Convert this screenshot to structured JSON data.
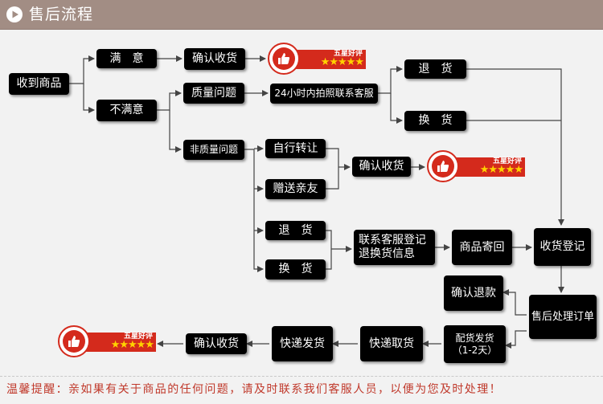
{
  "header": {
    "title": "售后流程",
    "icon": "play-circle-icon"
  },
  "nodes": {
    "receive": "收到商品",
    "satisfied": "满　意",
    "unsatisfied": "不满意",
    "confirm_top": "确认收货",
    "quality_issue": "质量问题",
    "non_quality_issue": "非质量问题",
    "contact_24h": "24小时内拍照联系客服",
    "return_top": "退　货",
    "exchange_top": "换　货",
    "self_transfer": "自行转让",
    "gift_friends": "赠送亲友",
    "confirm_mid": "确认收货",
    "return_mid": "退　货",
    "exchange_mid": "换　货",
    "contact_register": "联系客服登记\n退换货信息",
    "send_back": "商品寄回",
    "receive_register": "收货登记",
    "confirm_refund": "确认退款",
    "process_order": "售后处理订单",
    "ship_goods": "配货发货\n（1-2天）",
    "courier_pickup": "快递取货",
    "courier_ship": "快递发货",
    "confirm_bottom": "确认收货"
  },
  "badge": {
    "text": "五星好评",
    "stars": "★★★★★",
    "icon": "thumbs-up-icon"
  },
  "footer": {
    "note": "温馨提醒：亲如果有关于商品的任何问题，请及时联系我们客服人员，以便为您及时处理！"
  },
  "colors": {
    "banner": "#a28d84",
    "box": "#000000",
    "badge_red": "#d42a1c",
    "star": "#ffd200",
    "footer_text": "#c0392b",
    "arrow": "#444444"
  }
}
